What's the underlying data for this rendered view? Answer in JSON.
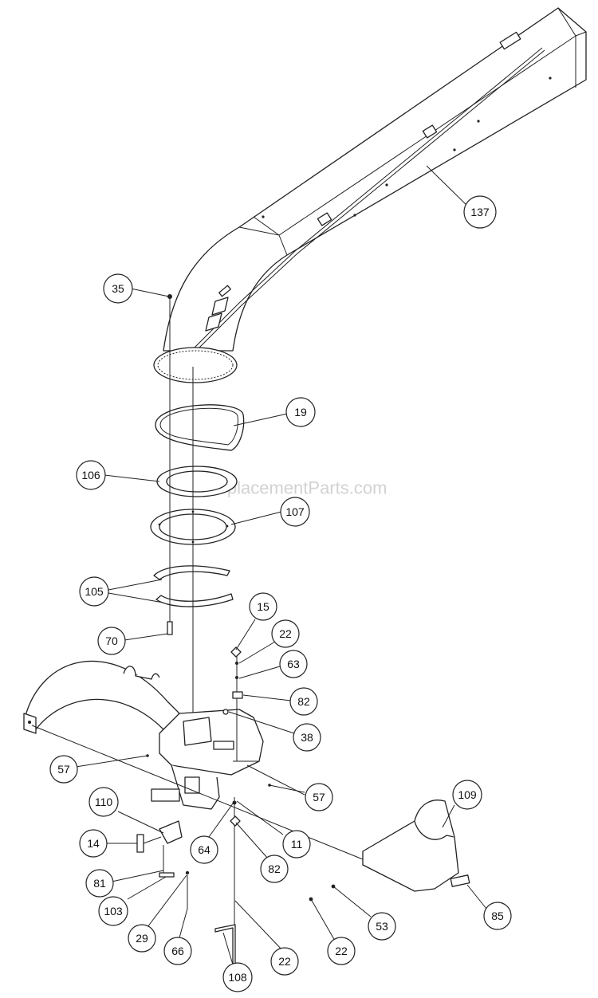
{
  "watermark": "eReplacementParts.com",
  "callouts": [
    {
      "id": "c137",
      "label": "137"
    },
    {
      "id": "c35",
      "label": "35"
    },
    {
      "id": "c19",
      "label": "19"
    },
    {
      "id": "c106",
      "label": "106"
    },
    {
      "id": "c107",
      "label": "107"
    },
    {
      "id": "c105",
      "label": "105"
    },
    {
      "id": "c15",
      "label": "15"
    },
    {
      "id": "c22a",
      "label": "22"
    },
    {
      "id": "c63",
      "label": "63"
    },
    {
      "id": "c70",
      "label": "70"
    },
    {
      "id": "c82a",
      "label": "82"
    },
    {
      "id": "c38",
      "label": "38"
    },
    {
      "id": "c57a",
      "label": "57"
    },
    {
      "id": "c57b",
      "label": "57"
    },
    {
      "id": "c109",
      "label": "109"
    },
    {
      "id": "c110",
      "label": "110"
    },
    {
      "id": "c14",
      "label": "14"
    },
    {
      "id": "c64",
      "label": "64"
    },
    {
      "id": "c11",
      "label": "11"
    },
    {
      "id": "c82b",
      "label": "82"
    },
    {
      "id": "c81",
      "label": "81"
    },
    {
      "id": "c103",
      "label": "103"
    },
    {
      "id": "c29",
      "label": "29"
    },
    {
      "id": "c66",
      "label": "66"
    },
    {
      "id": "c108",
      "label": "108"
    },
    {
      "id": "c22b",
      "label": "22"
    },
    {
      "id": "c22c",
      "label": "22"
    },
    {
      "id": "c53",
      "label": "53"
    },
    {
      "id": "c85",
      "label": "85"
    }
  ]
}
